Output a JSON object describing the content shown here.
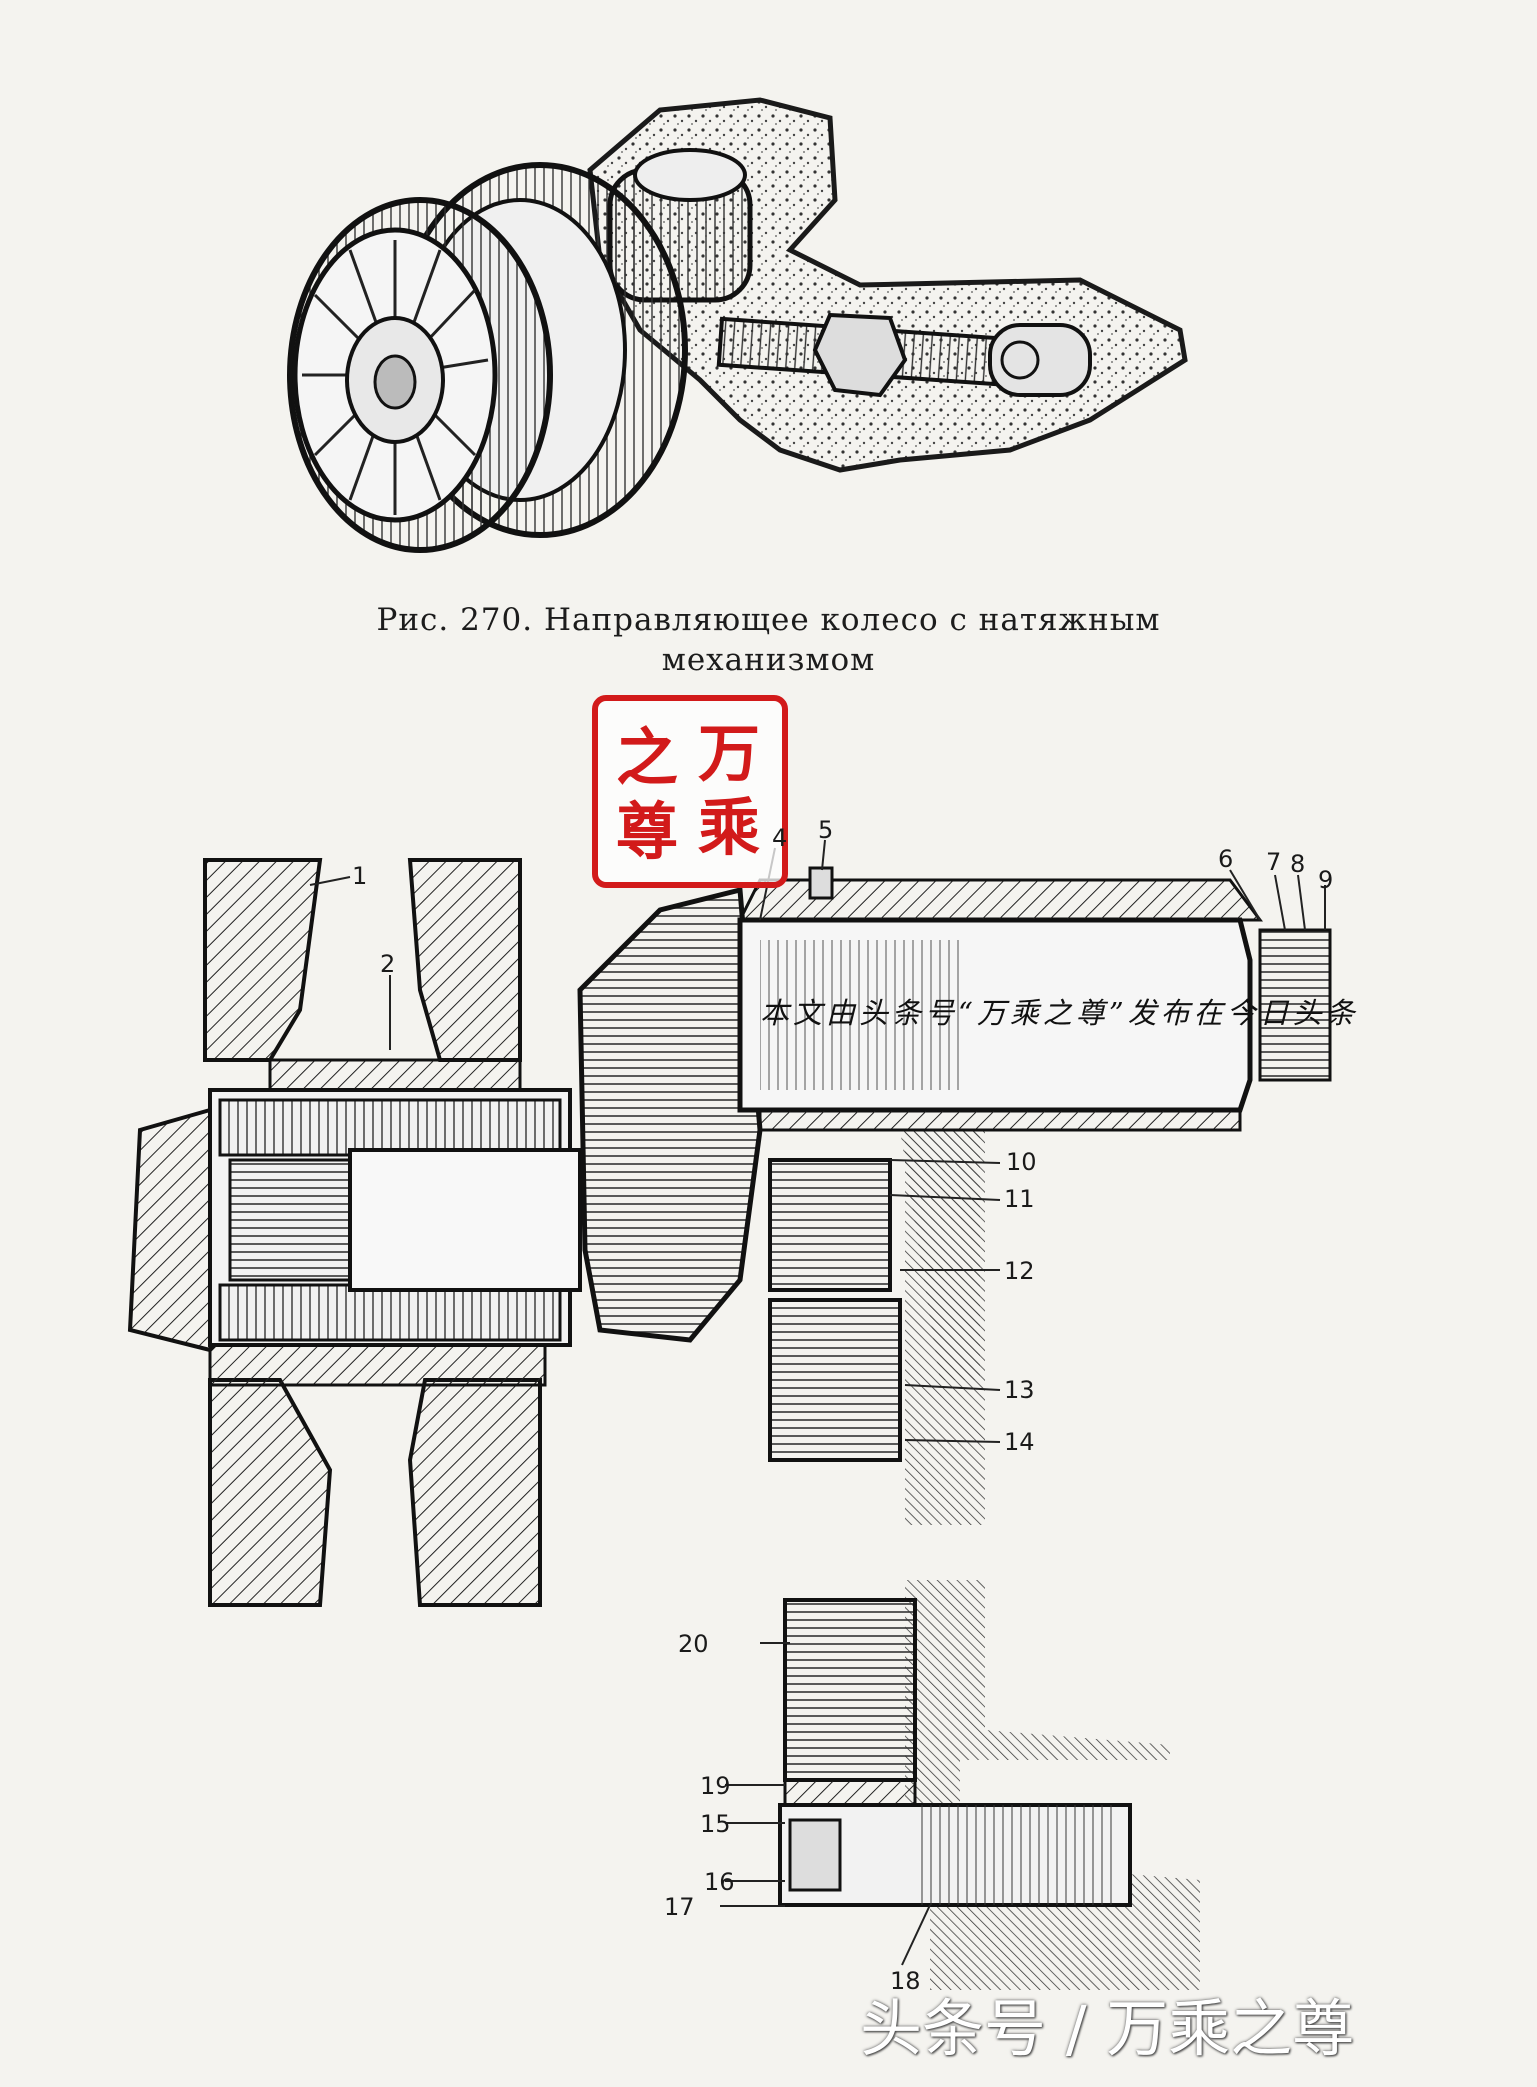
{
  "figure": {
    "caption_line1": "Рис. 270. Направляющее колесо с натяжным",
    "caption_line2": "механизмом"
  },
  "stamp": {
    "chars": [
      "之",
      "万",
      "尊",
      "乘"
    ],
    "color": "#d21a1a"
  },
  "callouts": [
    "1",
    "2",
    "4",
    "5",
    "6",
    "7",
    "8",
    "9",
    "10",
    "11",
    "12",
    "13",
    "14",
    "15",
    "16",
    "17",
    "18",
    "19",
    "20"
  ],
  "watermark_text": "本文由头条号“万乘之尊”发布在今日头条",
  "brand": "头条号 / 万乘之尊"
}
